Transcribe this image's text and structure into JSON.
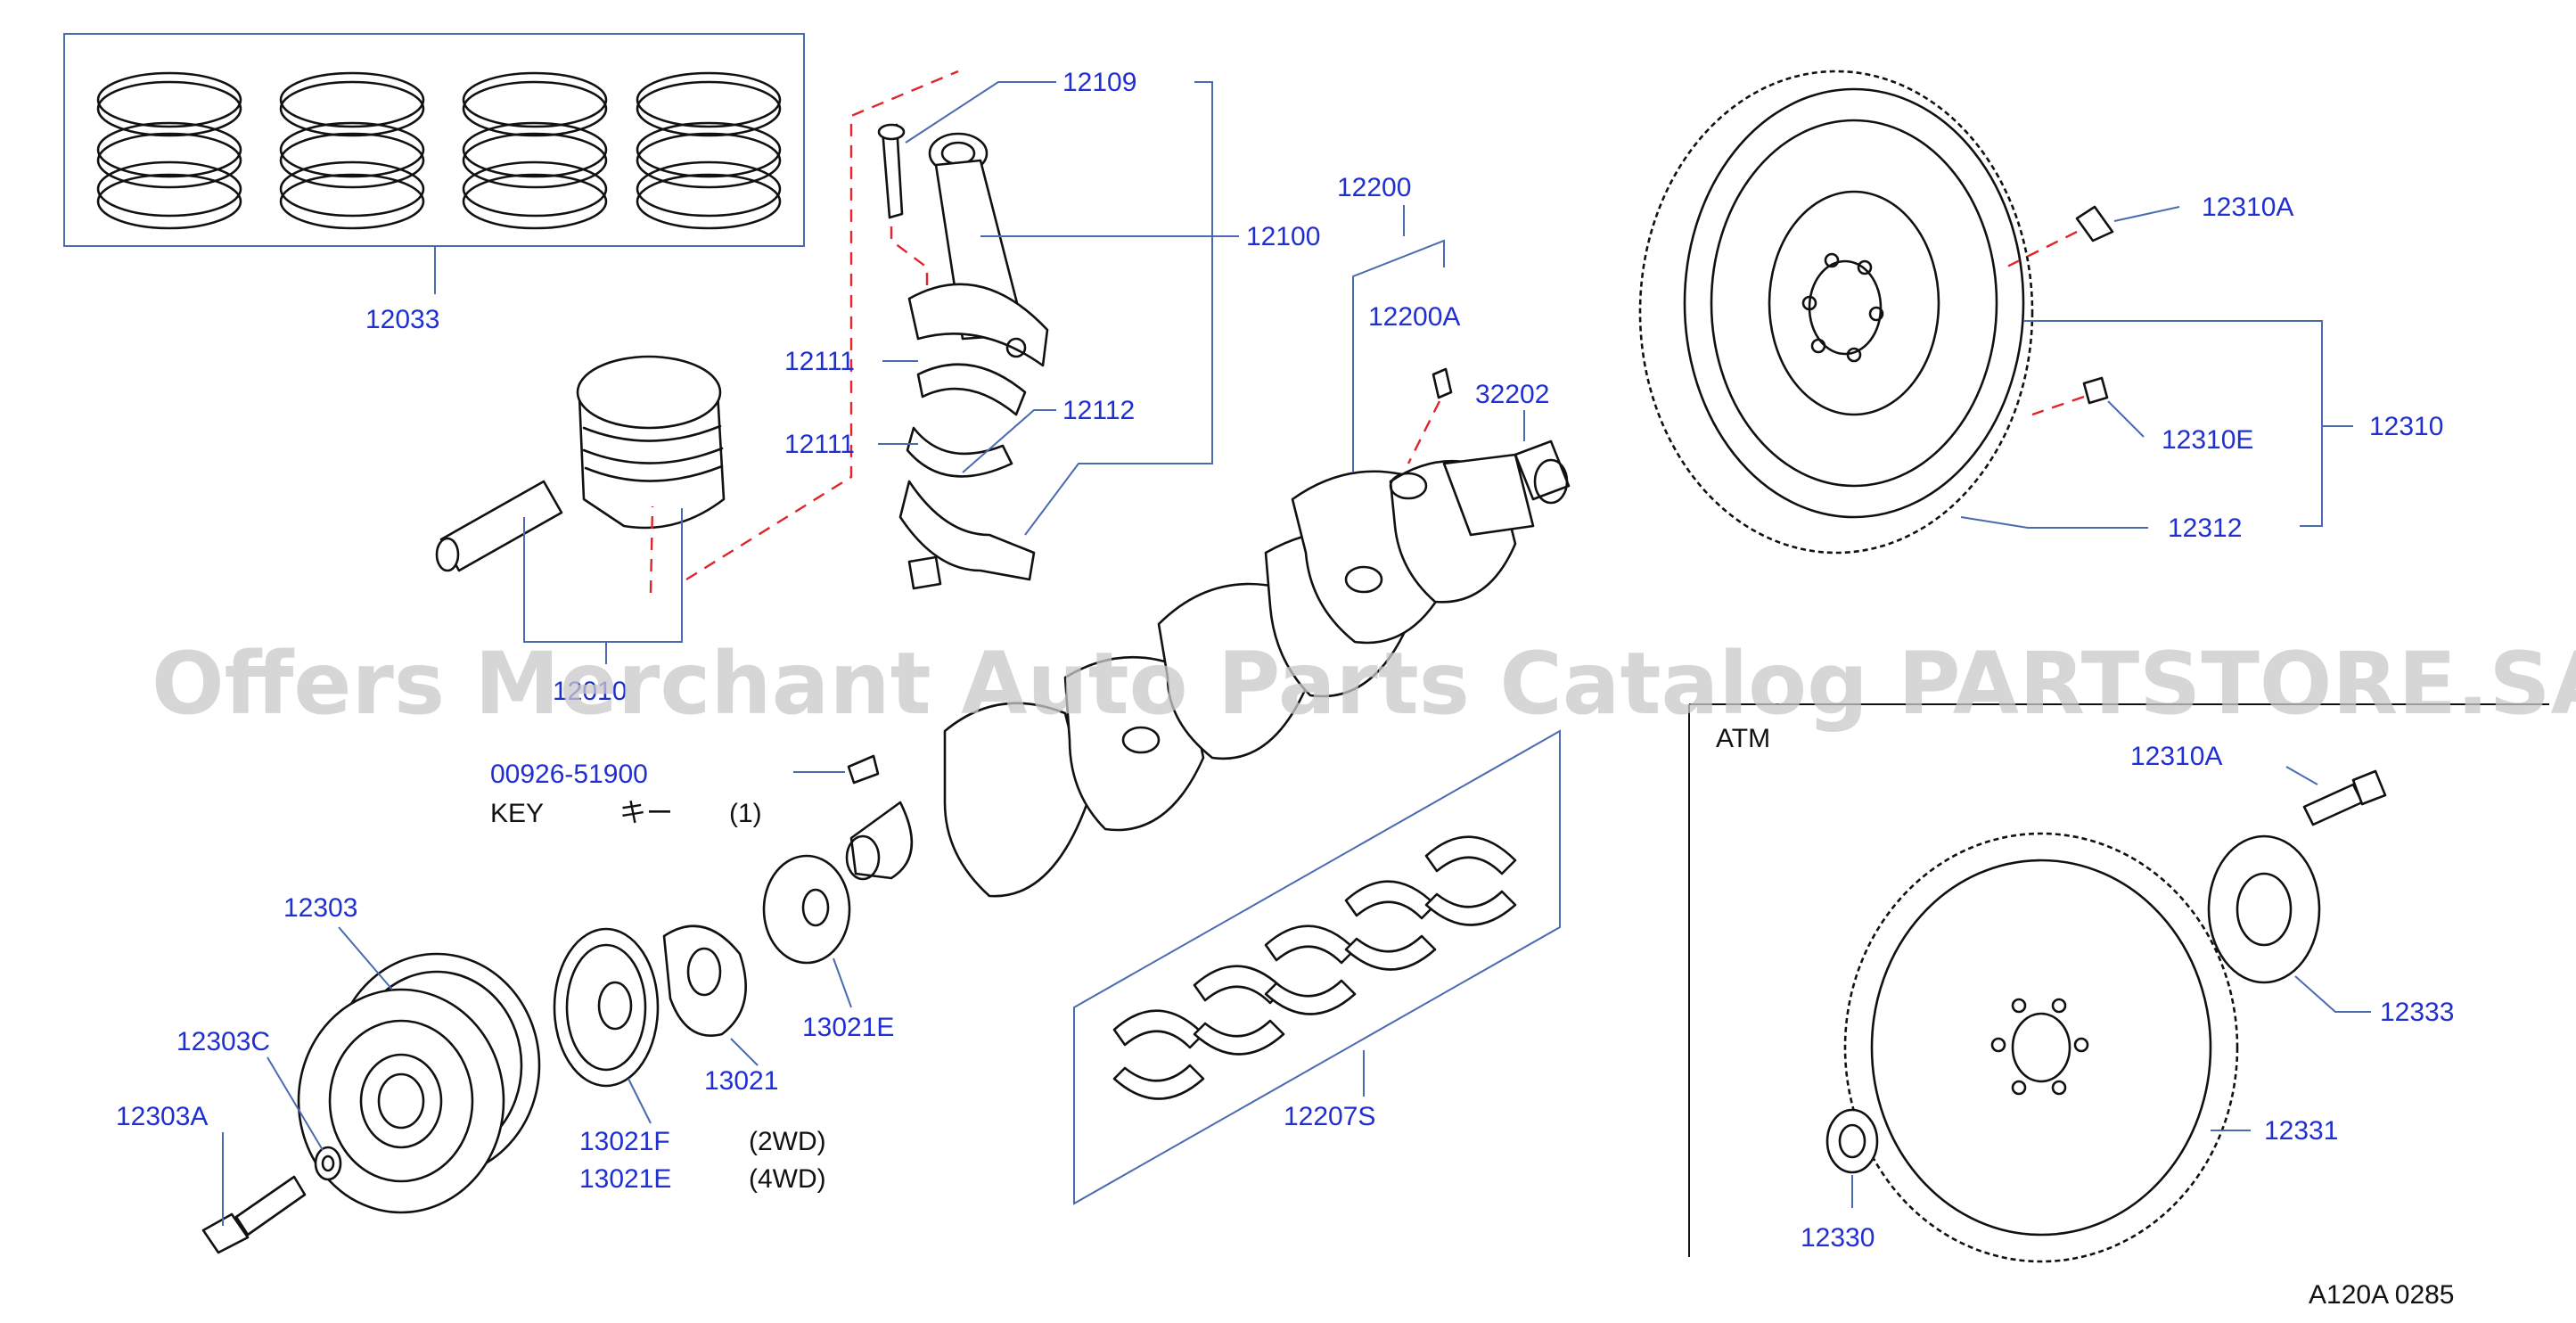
{
  "labels": {
    "p12033": "12033",
    "p12109": "12109",
    "p12100": "12100",
    "p12111a": "12111",
    "p12111b": "12111",
    "p12112": "12112",
    "p12010": "12010",
    "p12200": "12200",
    "p12200A": "12200A",
    "p32202": "32202",
    "p12310A_top": "12310A",
    "p12310": "12310",
    "p12310E": "12310E",
    "p12312": "12312",
    "p00926": "00926-51900",
    "p12303": "12303",
    "p12303C": "12303C",
    "p12303A": "12303A",
    "p13021F": "13021F",
    "p13021E_bottom": "13021E",
    "p13021": "13021",
    "p13021E_right": "13021E",
    "p12207S": "12207S",
    "p12310A_atm": "12310A",
    "p12333": "12333",
    "p12331": "12331",
    "p12330": "12330"
  },
  "notes": {
    "key_en": "KEY",
    "key_jp": "キー",
    "key_qty": "(1)",
    "wd2": "(2WD)",
    "wd4": "(4WD)",
    "atm": "ATM",
    "code": "A120A  0285"
  },
  "watermark": "Offers Merchant Auto Parts Catalog PARTSTORE.SA",
  "colors": {
    "label": "#1f2fd0",
    "ink": "#111111",
    "leader": "#4a6bb0",
    "dashed": "#e0242a",
    "watermark": "#c9c9c9"
  }
}
